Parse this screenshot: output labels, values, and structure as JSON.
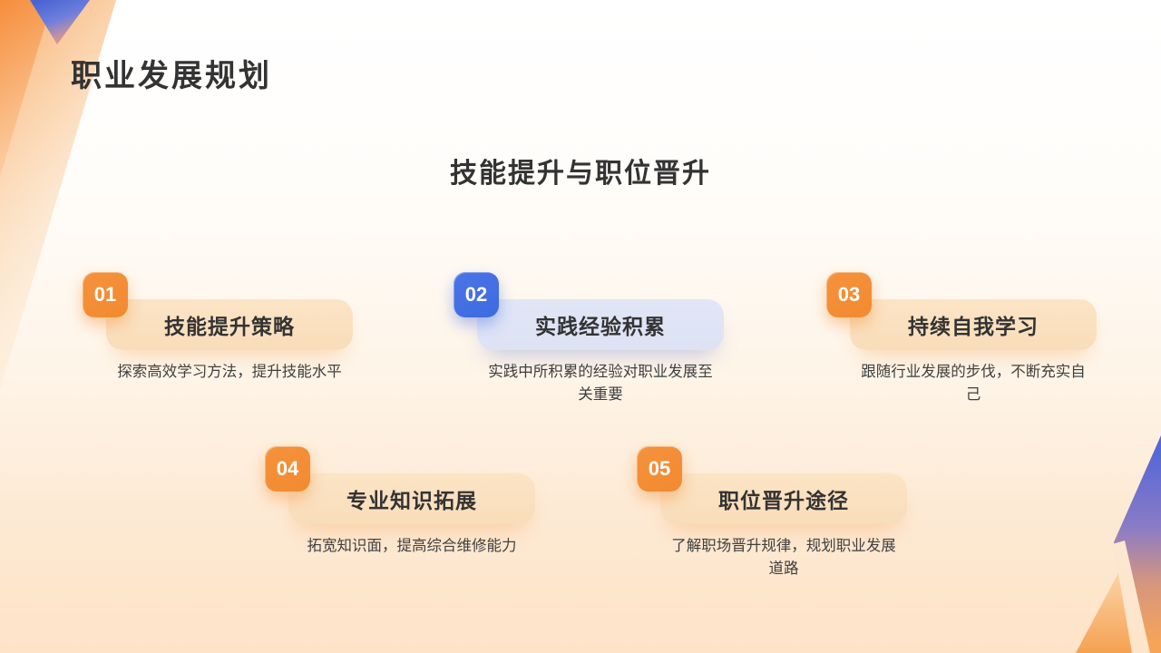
{
  "slide": {
    "title": "职业发展规划",
    "heading": "技能提升与职位晋升"
  },
  "cards": [
    {
      "number": "01",
      "title": "技能提升策略",
      "description": "探索高效学习方法，提升技能水平",
      "accent": "orange"
    },
    {
      "number": "02",
      "title": "实践经验积累",
      "description": "实践中所积累的经验对职业发展至关重要",
      "accent": "blue"
    },
    {
      "number": "03",
      "title": "持续自我学习",
      "description": "跟随行业发展的步伐，不断充实自己",
      "accent": "orange"
    },
    {
      "number": "04",
      "title": "专业知识拓展",
      "description": "拓宽知识面，提高综合维修能力",
      "accent": "orange"
    },
    {
      "number": "05",
      "title": "职位晋升途径",
      "description": "了解职场晋升规律，规划职业发展道路",
      "accent": "orange"
    }
  ],
  "colors": {
    "accent_orange": "#F5923C",
    "accent_blue": "#3D6BE0",
    "bar_orange_bg": "#FBE4C5",
    "bar_blue_bg": "#DDE2F4",
    "title_text": "#333333",
    "desc_text": "#3E3E3E",
    "decor_blue": "#4C67D9",
    "decor_orange": "#F6A252",
    "background_bottom": "#FEE3C7"
  }
}
